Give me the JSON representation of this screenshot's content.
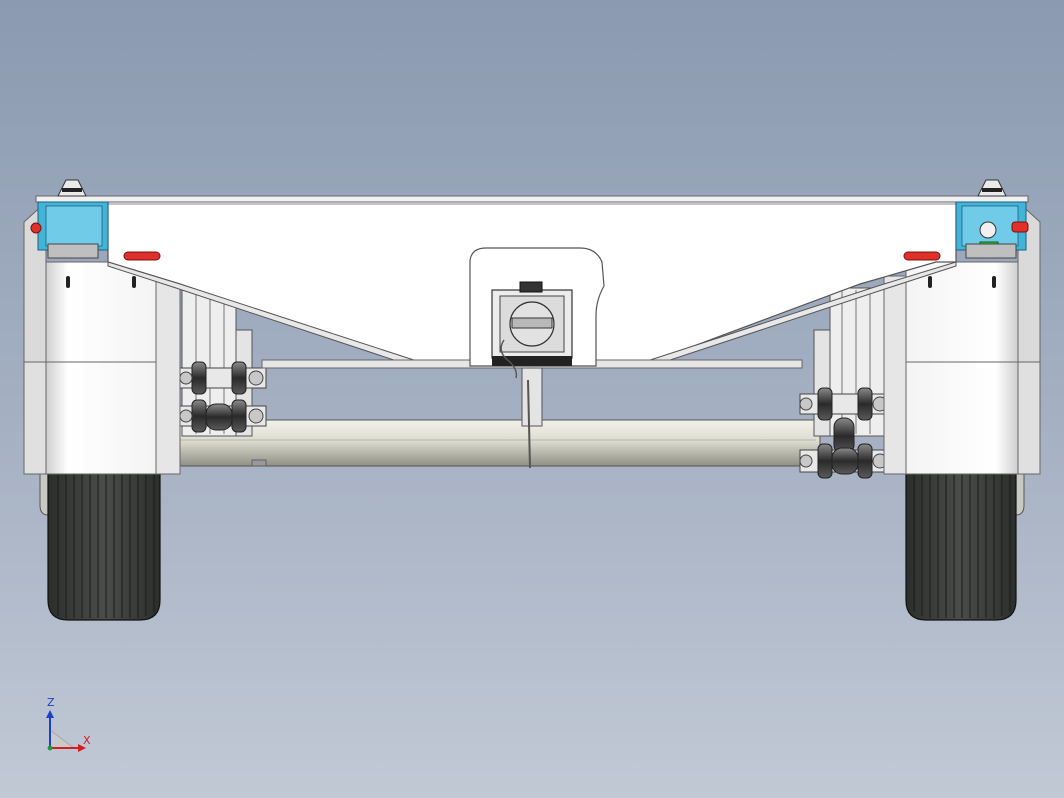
{
  "viewport": {
    "background_top": "#8b9ab1",
    "background_bottom": "#c1c9d5"
  },
  "triad": {
    "z_label": "Z",
    "x_label": "X",
    "z_color": "#1e3fc8",
    "x_color": "#d21e1e",
    "y_color": "#1a9b3a"
  },
  "model": {
    "part": "trailer-chassis-front-view",
    "accent_colors": {
      "bracket": "#42b4d8",
      "reflector": "#e0302a",
      "tire": "#3a3d3a",
      "axle": "#dcdcd0",
      "body": "#ffffff",
      "level_indicator": "#2fbf3c"
    }
  }
}
